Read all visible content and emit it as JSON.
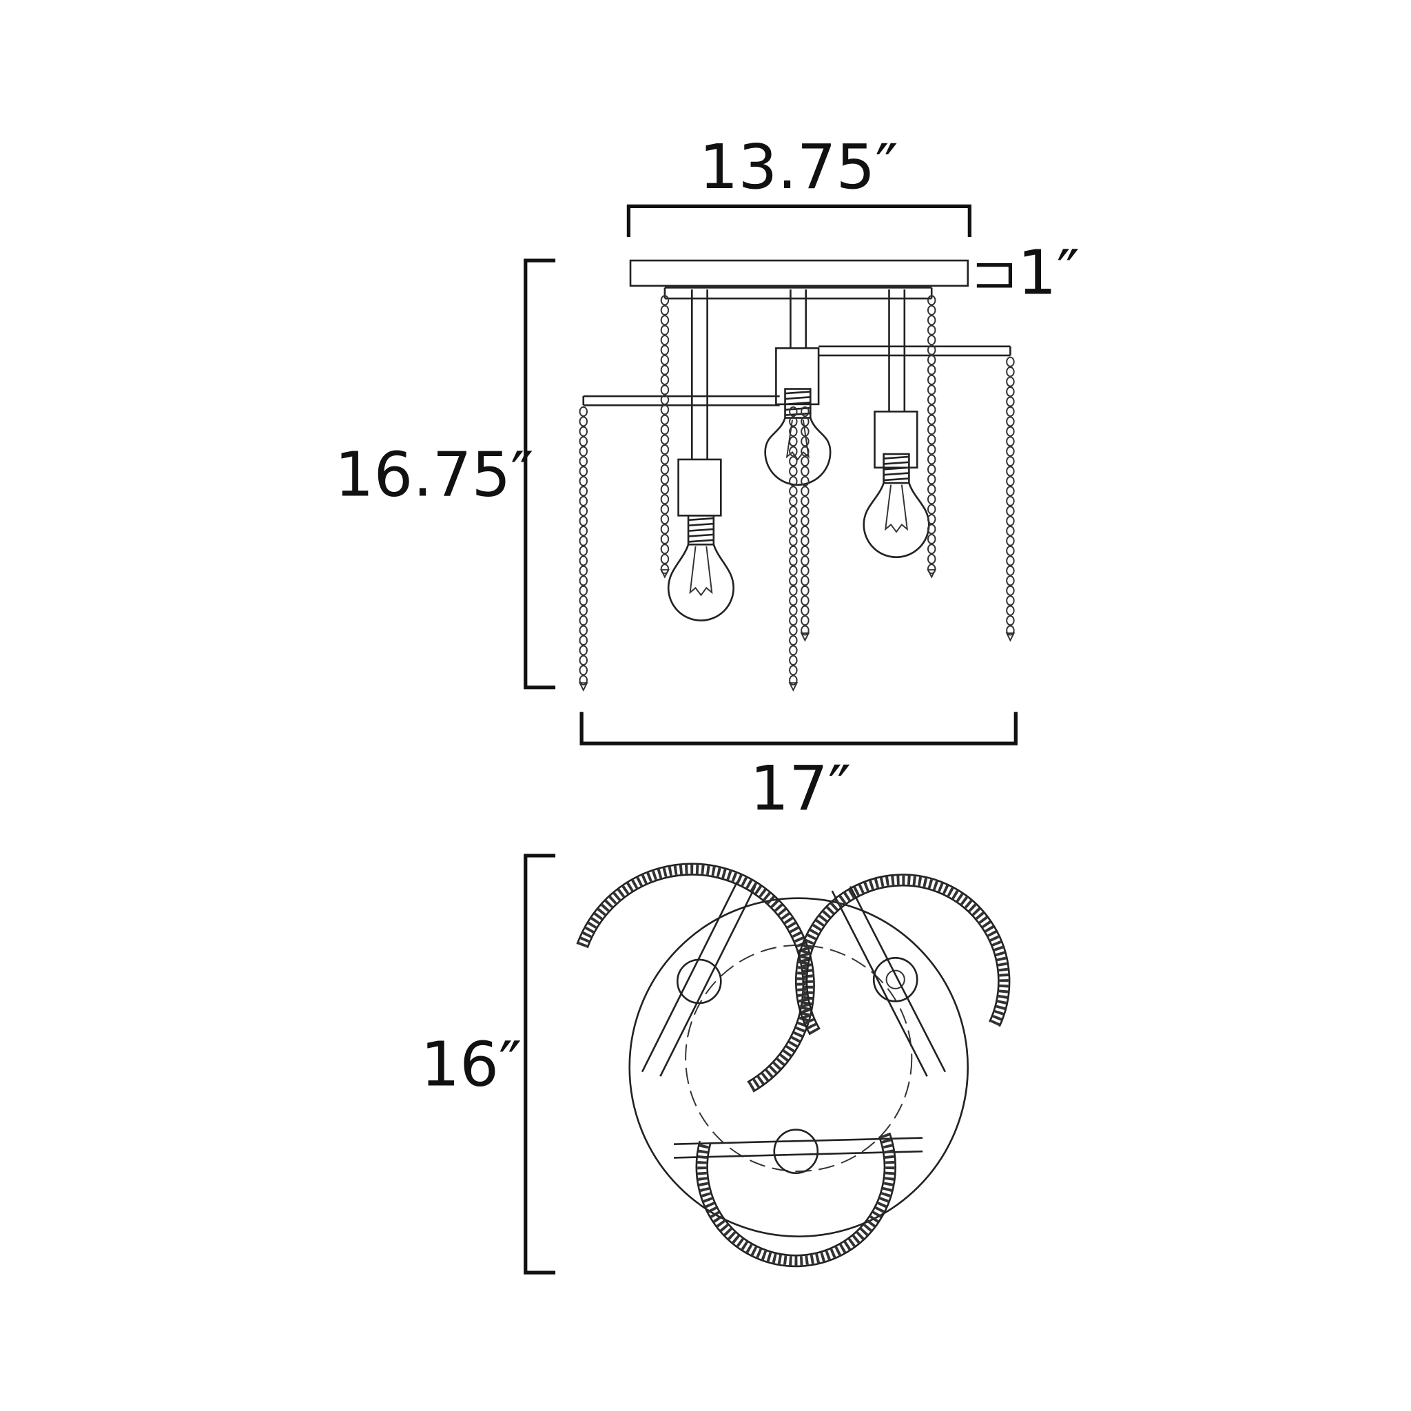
{
  "dimensions": {
    "canopy_width": "13.75″",
    "canopy_height": "1″",
    "overall_height": "16.75″",
    "overall_width": "17″",
    "plan_depth": "16″"
  },
  "colors": {
    "line": "#111111",
    "background": "#ffffff"
  }
}
